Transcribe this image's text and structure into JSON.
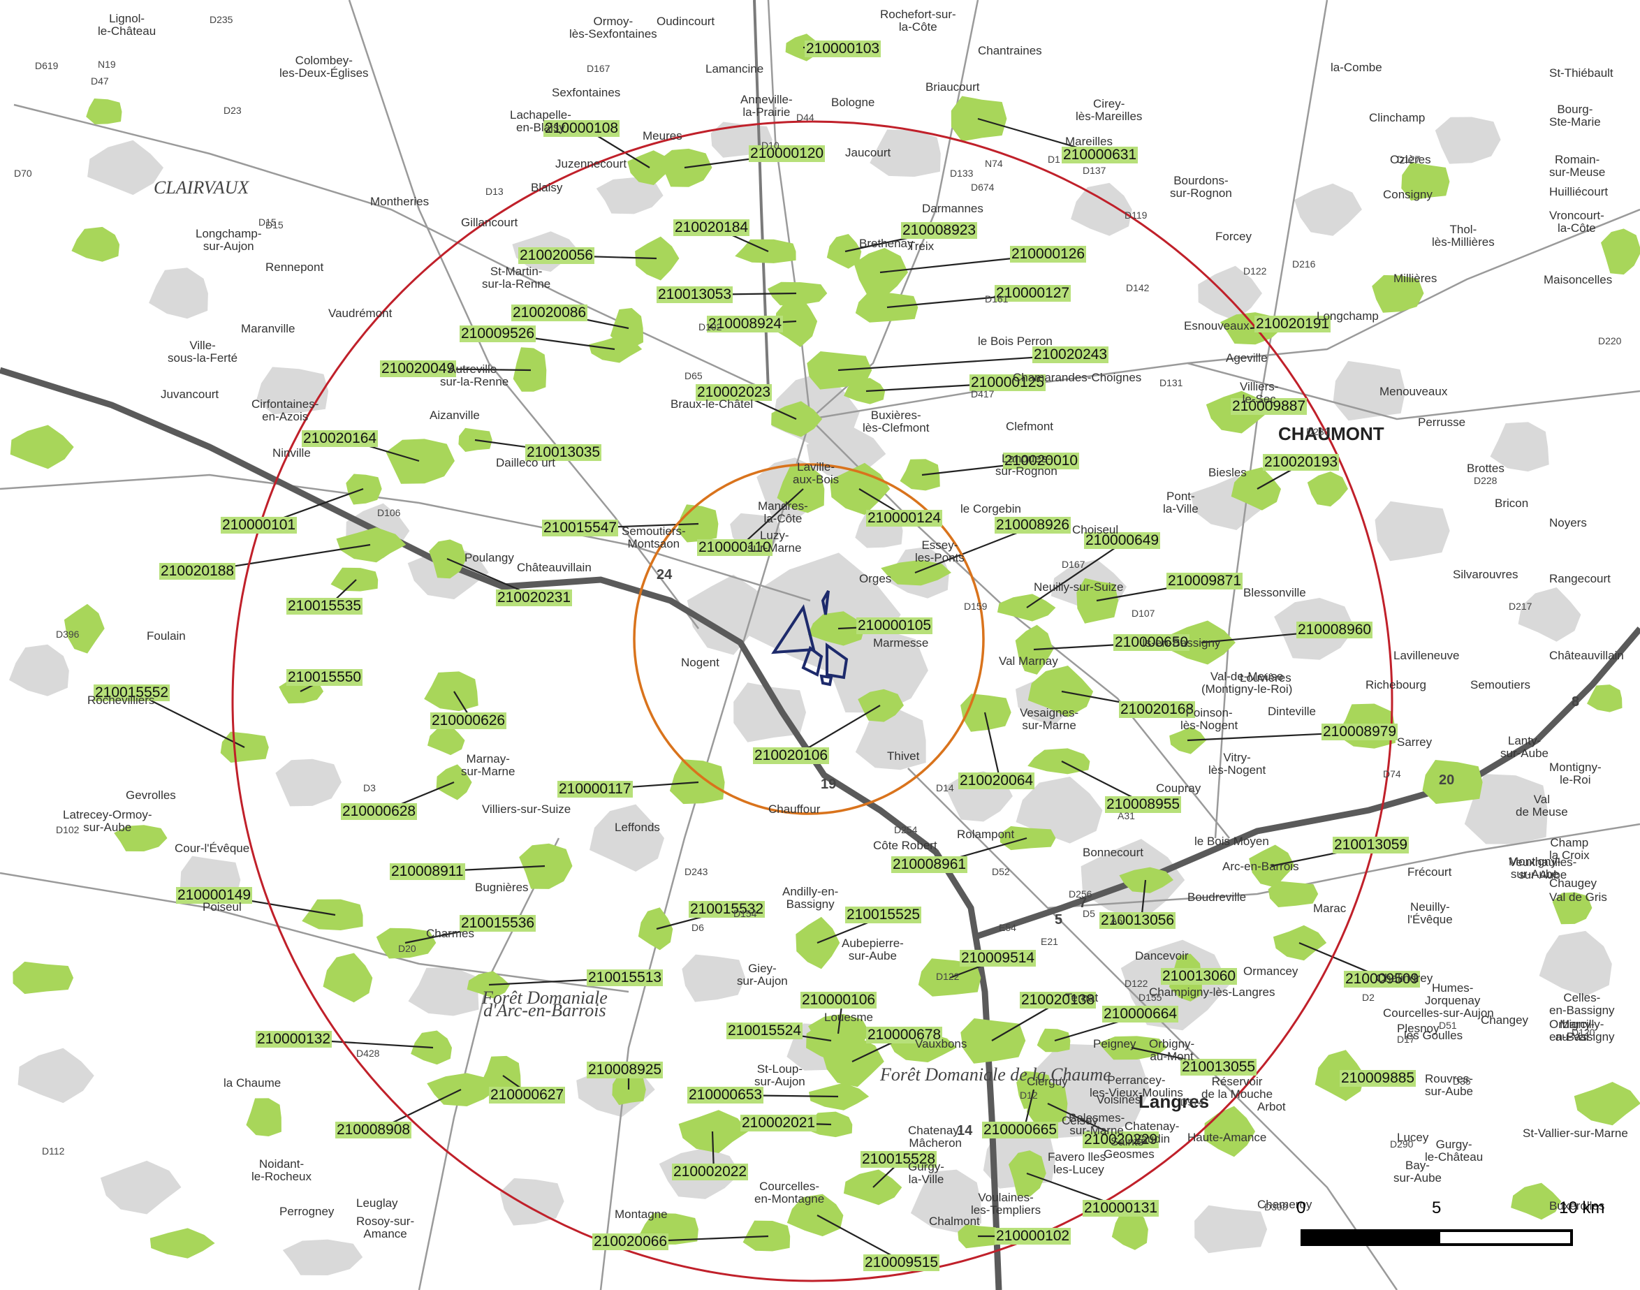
{
  "colors": {
    "znieff_fill": "#a8d65a",
    "znieff_label_bg": "#b7e07a",
    "outer_ring": "#c0202a",
    "inner_ring": "#d9731c",
    "project_outline": "#1d2a6b",
    "urban_gray": "#d6d6d6",
    "motorway": "#555555"
  },
  "znieff_labels": [
    "210000103",
    "210000108",
    "210000120",
    "210000631",
    "210020184",
    "210008923",
    "210020056",
    "210000126",
    "210013053",
    "210000127",
    "210020086",
    "210008924",
    "210009526",
    "210020191",
    "210020243",
    "210020049",
    "210000125",
    "210002023",
    "210009887",
    "210020164",
    "210013035",
    "210020010",
    "210020193",
    "210000124",
    "210008926",
    "210000101",
    "210015547",
    "210000110",
    "210000649",
    "210020188",
    "210020231",
    "210009871",
    "210015535",
    "210000105",
    "210008960",
    "210000650",
    "210015550",
    "210015552",
    "210000626",
    "210020168",
    "210008979",
    "210020106",
    "210020064",
    "210000117",
    "210008955",
    "210000628",
    "210013059",
    "210008911",
    "210008961",
    "210000149",
    "210015532",
    "210015525",
    "210013056",
    "210015536",
    "210009514",
    "210013060",
    "210015513",
    "210009509",
    "210000106",
    "210020138",
    "210000664",
    "210000132",
    "210015524",
    "210000678",
    "210013055",
    "210008925",
    "210000627",
    "210009885",
    "210000653",
    "210008908",
    "210000665",
    "210020229",
    "210002021",
    "210015528",
    "210002022",
    "210000131",
    "210000102",
    "210020066",
    "210009515"
  ],
  "places": [
    "Lignol-\nle-Château",
    "Ormoy-\nlès-Sexfontaines",
    "Oudincourt",
    "Rochefort-sur-\nla-Côte",
    "Chantraines",
    "Colombey-\nles-Deux-Églises",
    "Lamancine",
    "Sexfontaines",
    "Briaucourt",
    "la-Combe",
    "St-Thiébault",
    "Anneville-\nla-Prairie",
    "Bologne",
    "Cirey-\nlès-Mareilles",
    "Clinchamp",
    "Bourg-\nSte-Marie",
    "Lachapelle-\nen-Blaisy",
    "Meures",
    "Mareilles",
    "Ozières",
    "Romain-\nsur-Meuse",
    "Juzennecourt",
    "Jaucourt",
    "Bourdons-\nsur-Rognon",
    "Huilliécourt",
    "Blaisy",
    "CLAIRVAUX",
    "Montheries",
    "Darmannes",
    "Consigny",
    "Vroncourt-\nla-Côte",
    "Gillancourt",
    "Treix",
    "Forcey",
    "Thol-\nlès-Millières",
    "Longchamp-\nsur-Aujon",
    "Brethenay",
    "Rennepont",
    "St-Martin-\nsur-la-Renne",
    "Millières",
    "Maisoncelles",
    "Vaudrémont",
    "Esnouveaux",
    "Longchamp",
    "Maranville",
    "Ville-\nsous-la-Ferté",
    "le Bois Perron",
    "Ageville",
    "Autreville-\nsur-la-Renne",
    "Juvancourt",
    "Chamarandes-Choignes",
    "Cirfontaines-\nen-Azois",
    "Aizanville",
    "Braux-le-Châtel",
    "Villiers-\nle-Sec",
    "Menouveaux",
    "Perrusse",
    "Buxières-\nlès-Clefmont",
    "Clefmont",
    "CHAUMONT",
    "Laville-\naux-Bois",
    "Lanques-\nsur-Rognon",
    "Brottes",
    "Biesles",
    "Ninville",
    "Dailleco urt",
    "Pont-\nla-Ville",
    "Bricon",
    "Mandres-\nla-Côte",
    "Noyers",
    "le Corgebin",
    "Choiseul",
    "Semoutiers-\nMontsaon",
    "Essey-\nles-Ponts",
    "Luzy-\nsur-Marne",
    "Poulangy",
    "Châteauvillain",
    "Orges",
    "Silvarouvres",
    "Neuilly-sur-Suize",
    "Blessonville",
    "Rangecourt",
    "Foulain",
    "Is-en-Bassigny",
    "Lavilleneuve",
    "Marmesse",
    "Louvières",
    "Châteauvillain",
    "Val Marnay",
    "Nogent",
    "Val-de-Meuse\n(Montigny-le-Roi)",
    "Dinteville",
    "Richebourg",
    "Semoutiers",
    "Rochevilliers",
    "Vesaignes-\nsur-Marne",
    "Poinson-\nlès-Nogent",
    "Sarrey",
    "Lanty-\nsur-Aube",
    "Marnay-\nsur-Marne",
    "Thivet",
    "Vitry-\nlès-Nogent",
    "Montigny-\nle-Roi",
    "Gevrolles",
    "Coupray",
    "Villiers-sur-Suize",
    "Chauffour",
    "Val\nde Meuse",
    "Latrecey-Ormoy-\nsur-Aube",
    "Leffonds",
    "Rolampont",
    "le Bois Moyen",
    "Cour-l'Évêque",
    "Champ\nla Croix",
    "Côte Robert",
    "Bonnecourt",
    "Montigny-\nsur-Aube",
    "Arc-en-Barrois",
    "Frécourt",
    "Veuxhaulles-\nsur-Aube",
    "Bugnières",
    "Neuilly-\nl'Évêque",
    "Poiseul",
    "Andilly-en-\nBassigny",
    "Boudreville",
    "Marac",
    "Val de Gris",
    "Chaugey",
    "Charmes",
    "Aubepierre-\nsur-Aube",
    "Dancevoir",
    "Giey-\nsur-Aujon",
    "Ormancey",
    "Chalindrey",
    "Humes-\nJorquenay",
    "Celles-\nen-Bassigny",
    "Louesme",
    "Ternat",
    "Courcelles-sur-Aujon",
    "Changey",
    "Champigny-lès-Langres",
    "Orbigny-\nau-Mont",
    "Plesnoy",
    "Marcilly-\nen-Bassigny",
    "Vauxbons",
    "Peigney",
    "Orbigny-\nau-Val",
    "Forêt Domaniale\nd'Arc-en-Barrois",
    "Forêt Domaniale de la Chaume",
    "les Goulles",
    "la Chaume",
    "St-Loup-\nsur-Aujon",
    "Cierguy",
    "Perrancey-\nles-Vieux-Moulins",
    "Réservoir\nde la Mouche",
    "Celsoy",
    "Rouvres-\nsur-Aube",
    "Voisines",
    "Langres",
    "Chatenay-\nVaudin",
    "Haute-Amance",
    "Lucey",
    "Arbot",
    "Chatenay-\nMâcheron",
    "St-Vallier-sur-Marne",
    "Favero lles-\nles-Lucey",
    "Gurgy-\nla-Ville",
    "Courcelles-\nen-Montagne",
    "Saints-\nGeosmes",
    "Gurgy-\nle-Château",
    "Bay-\nsur-Aube",
    "Noidant-\nle-Rocheux",
    "Balesmes-\nsur-Marne",
    "Voulaines-\nles-Templiers",
    "Leuglay",
    "Chameroy",
    "Perrogney",
    "Montagne",
    "Buxerolles",
    "Chalmont",
    "Rosoy-sur-\nAmance"
  ],
  "roads": [
    "D235",
    "D619",
    "N19",
    "D47",
    "D23",
    "D102",
    "D70",
    "D15",
    "D13",
    "D65",
    "D167",
    "D44",
    "D10",
    "D674",
    "N74",
    "D137",
    "D1",
    "D119",
    "D142",
    "D417",
    "D131",
    "D230",
    "D228",
    "D107",
    "D396",
    "D106",
    "D15",
    "D159",
    "D3",
    "D6",
    "D154",
    "D243",
    "D20",
    "D428",
    "D122",
    "D12",
    "D974",
    "D17",
    "D35",
    "D52",
    "D5",
    "D256",
    "D155",
    "D120",
    "D290",
    "D308",
    "D51",
    "D2",
    "D122",
    "D14",
    "D254",
    "D161",
    "A31",
    "E54",
    "E21",
    "A5",
    "D74",
    "D217",
    "D167",
    "D133",
    "D216",
    "D220",
    "D127",
    "D122",
    "D112",
    "D102"
  ],
  "motorway_exits": [
    "24",
    "19",
    "20",
    "7",
    "5",
    "8",
    "14"
  ],
  "scale_bar": {
    "labels": [
      "0",
      "5",
      "10 km"
    ]
  },
  "legend": {
    "title": ""
  }
}
